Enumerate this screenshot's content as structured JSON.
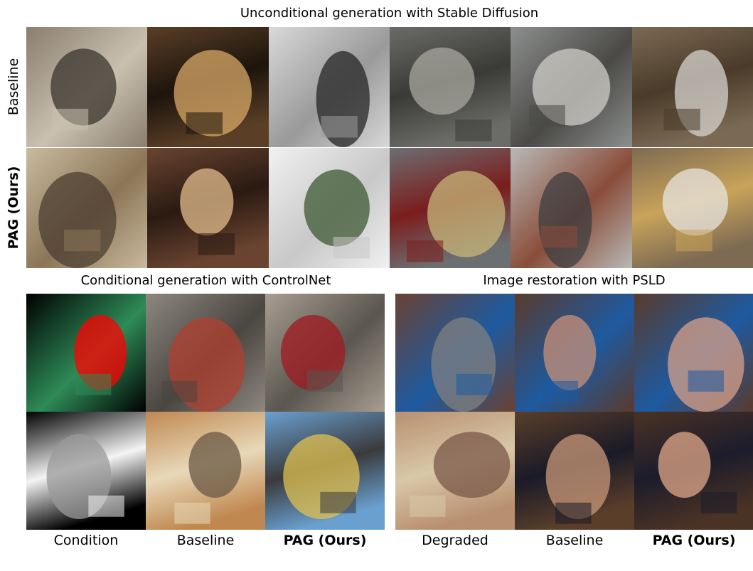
{
  "figure": {
    "unconditional": {
      "title": "Unconditional generation with Stable Diffusion",
      "row_labels": [
        "Baseline",
        "PAG (Ours)"
      ],
      "baseline_tiles": [
        {
          "icon": "abstract-pattern-image",
          "colors": [
            "#8a7e6e",
            "#3a342c",
            "#c9c0b0"
          ]
        },
        {
          "icon": "dark-lights-scene-image",
          "colors": [
            "#5a3f26",
            "#d8a867",
            "#1d140c"
          ]
        },
        {
          "icon": "bw-flowers-cake-image",
          "colors": [
            "#d9d9d9",
            "#262626",
            "#9a9a9a"
          ]
        },
        {
          "icon": "distorted-vehicles-image",
          "colors": [
            "#6b6b68",
            "#a8a79f",
            "#3a3a36"
          ]
        },
        {
          "icon": "porch-image",
          "colors": [
            "#8c8f8e",
            "#d0cec8",
            "#4b4a47"
          ]
        },
        {
          "icon": "crumpled-bag-image",
          "colors": [
            "#7a6a54",
            "#d6d3cd",
            "#4a3b2a"
          ]
        }
      ],
      "pag_tiles": [
        {
          "icon": "lion-drawing-image",
          "colors": [
            "#c9bb9e",
            "#4c3e30",
            "#8c7557"
          ]
        },
        {
          "icon": "cathedral-interior-image",
          "colors": [
            "#6a4430",
            "#e1bc8c",
            "#2a1a12"
          ]
        },
        {
          "icon": "wedding-dress-image",
          "colors": [
            "#f1f1f1",
            "#3e5a32",
            "#c8c8c8"
          ]
        },
        {
          "icon": "car-and-motorcycle-image",
          "colors": [
            "#6c6f72",
            "#c7b77a",
            "#7b1d1d"
          ]
        },
        {
          "icon": "house-porch-image",
          "colors": [
            "#b8b9b6",
            "#3e3e40",
            "#8a4d3a"
          ]
        },
        {
          "icon": "white-handbag-image",
          "colors": [
            "#7c6a52",
            "#e7e4df",
            "#c9a35a"
          ]
        }
      ]
    },
    "controlnet": {
      "title": "Conditional generation with ControlNet",
      "condition_tiles": [
        {
          "icon": "pose-skeleton-image",
          "colors": [
            "#000000",
            "#ff0000",
            "#2e8b57"
          ]
        },
        {
          "icon": "depth-map-image",
          "colors": [
            "#000000",
            "#9a9a9a",
            "#f4f4f4"
          ]
        }
      ],
      "baseline_tiles": [
        {
          "icon": "figure-in-rubble-image",
          "colors": [
            "#8d8880",
            "#b04030",
            "#4a4640"
          ]
        },
        {
          "icon": "street-cars-painting-image",
          "colors": [
            "#c08850",
            "#6a5844",
            "#e8d8b8"
          ]
        }
      ],
      "pag_tiles": [
        {
          "icon": "man-red-suit-image",
          "colors": [
            "#a89e90",
            "#a01a20",
            "#5a5650"
          ]
        },
        {
          "icon": "street-cars-photo-image",
          "colors": [
            "#6aa0d0",
            "#e0c050",
            "#3a3a3c"
          ]
        }
      ],
      "column_labels": [
        "Condition",
        "Baseline",
        "PAG (Ours)"
      ]
    },
    "psld": {
      "title": "Image restoration with PSLD",
      "degraded_tiles": [
        {
          "icon": "masked-face-image",
          "colors": [
            "#6a4232",
            "#808080",
            "#1e5aa0"
          ]
        },
        {
          "icon": "blurred-face-image",
          "colors": [
            "#b89070",
            "#7a5848",
            "#d8c8a8"
          ]
        }
      ],
      "baseline_tiles": [
        {
          "icon": "artifact-face-image",
          "colors": [
            "#5a3a2c",
            "#c89078",
            "#1e5aa0"
          ]
        },
        {
          "icon": "striped-face-image",
          "colors": [
            "#5a3e2a",
            "#c8987a",
            "#1a1a28"
          ]
        }
      ],
      "pag_tiles": [
        {
          "icon": "restored-face-image",
          "colors": [
            "#5a3a2c",
            "#d8a088",
            "#1e5aa0"
          ]
        },
        {
          "icon": "restored-smiling-face-image",
          "colors": [
            "#4a3224",
            "#e0a888",
            "#1c1c2c"
          ]
        }
      ],
      "column_labels": [
        "Degraded",
        "Baseline",
        "PAG (Ours)"
      ]
    }
  }
}
